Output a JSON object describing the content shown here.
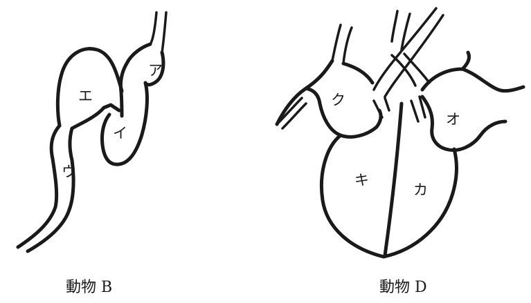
{
  "animal_b": {
    "caption": "動物 B",
    "labels": {
      "a": "ア",
      "i": "イ",
      "u": "ウ",
      "e": "エ"
    }
  },
  "animal_d": {
    "caption": "動物 D",
    "labels": {
      "o": "オ",
      "ka": "カ",
      "ki": "キ",
      "ku": "ク"
    }
  }
}
